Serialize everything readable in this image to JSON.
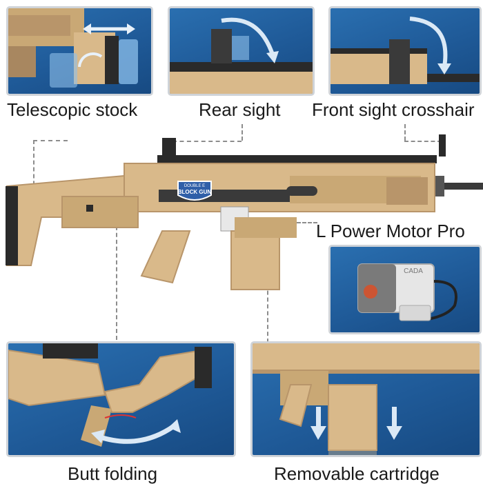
{
  "features": {
    "telescopic_stock": "Telescopic stock",
    "rear_sight": "Rear sight",
    "front_sight": "Front sight crosshair",
    "motor": "L Power Motor Pro",
    "butt_folding": "Butt folding",
    "removable_cartridge": "Removable cartridge"
  },
  "badge": {
    "top": "DOUBLE E",
    "main": "BLOCK GUN"
  },
  "motor_label": "CADA",
  "colors": {
    "panel": "#1f5a98",
    "tan": "#d9b98a",
    "tan_dark": "#b8956a",
    "black": "#2a2a2a",
    "arrow": "#cfe3f5"
  }
}
